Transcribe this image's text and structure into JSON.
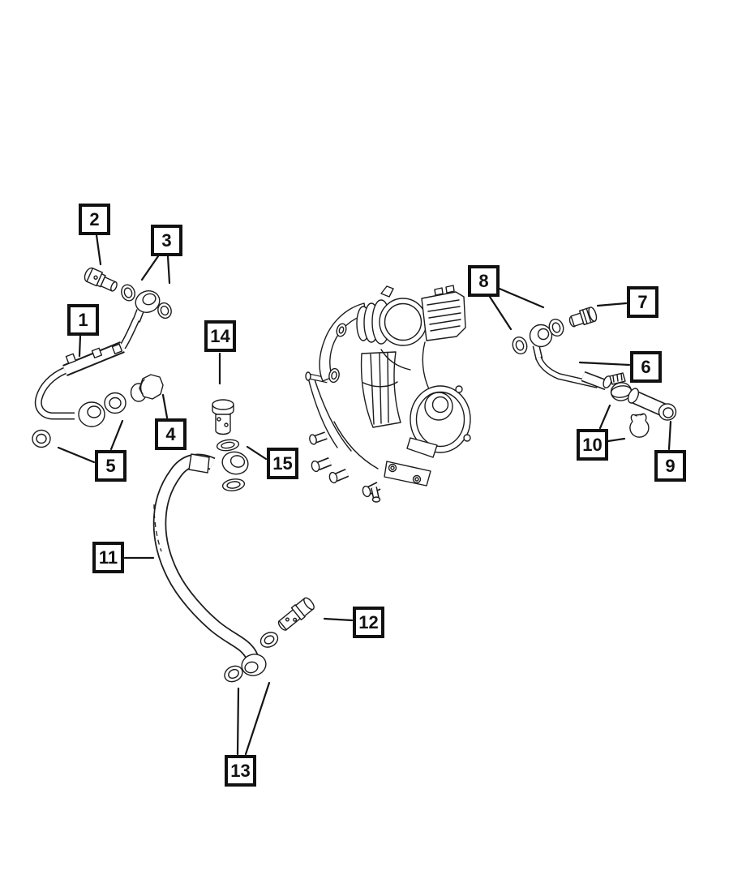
{
  "page": {
    "background_color": "#ffffff",
    "artwork_line_color": "#1c1c1c"
  },
  "diagram": {
    "kind": "exploded-parts-diagram",
    "subject": "turbocharger-oil-and-coolant-lines",
    "callout_style": "numbered-square-box",
    "callout_count": 15
  },
  "callouts": [
    {
      "label": "1",
      "target": "oil-supply-line"
    },
    {
      "label": "2",
      "target": "banjo-bolt-upper"
    },
    {
      "label": "3",
      "target": "sealing-washer-pair-upper"
    },
    {
      "label": "4",
      "target": "plug-fitting"
    },
    {
      "label": "5",
      "target": "o-ring-pair-lower-left"
    },
    {
      "label": "6",
      "target": "coolant-tube"
    },
    {
      "label": "7",
      "target": "connector-fitting"
    },
    {
      "label": "8",
      "target": "sealing-washer-pair-right"
    },
    {
      "label": "9",
      "target": "coolant-hose"
    },
    {
      "label": "10",
      "target": "hose-clamps"
    },
    {
      "label": "11",
      "target": "oil-return-tube"
    },
    {
      "label": "12",
      "target": "banjo-bolt-lower"
    },
    {
      "label": "13",
      "target": "sealing-washer-pair-lower"
    },
    {
      "label": "14",
      "target": "banjo-bolt-center"
    },
    {
      "label": "15",
      "target": "sealing-washers-center"
    }
  ]
}
